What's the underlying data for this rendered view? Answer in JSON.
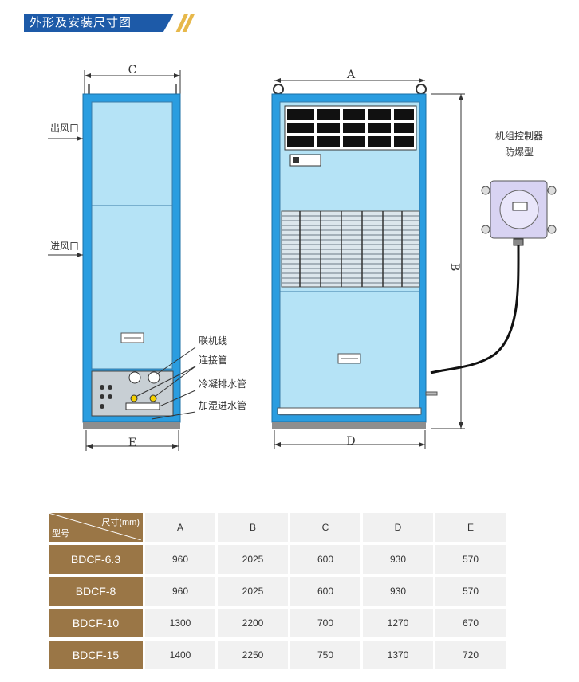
{
  "section": {
    "title": "外形及安装尺寸图"
  },
  "drawing": {
    "dim_c": "C",
    "dim_e": "E",
    "dim_a": "A",
    "dim_b": "B",
    "dim_d": "D",
    "air_out": "出风口",
    "air_in": "进风口",
    "callouts": [
      "联机线",
      "连接管",
      "冷凝排水管",
      "加湿进水管"
    ],
    "controller_title": "机组控制器",
    "controller_subtitle": "防爆型"
  },
  "table": {
    "corner_top": "尺寸(mm)",
    "corner_bottom": "型号",
    "columns": [
      "A",
      "B",
      "C",
      "D",
      "E"
    ],
    "rows": [
      {
        "model": "BDCF-6.3",
        "values": [
          "960",
          "2025",
          "600",
          "930",
          "570"
        ]
      },
      {
        "model": "BDCF-8",
        "values": [
          "960",
          "2025",
          "600",
          "930",
          "570"
        ]
      },
      {
        "model": "BDCF-10",
        "values": [
          "1300",
          "2200",
          "700",
          "1270",
          "670"
        ]
      },
      {
        "model": "BDCF-15",
        "values": [
          "1400",
          "2250",
          "750",
          "1370",
          "720"
        ]
      }
    ]
  }
}
